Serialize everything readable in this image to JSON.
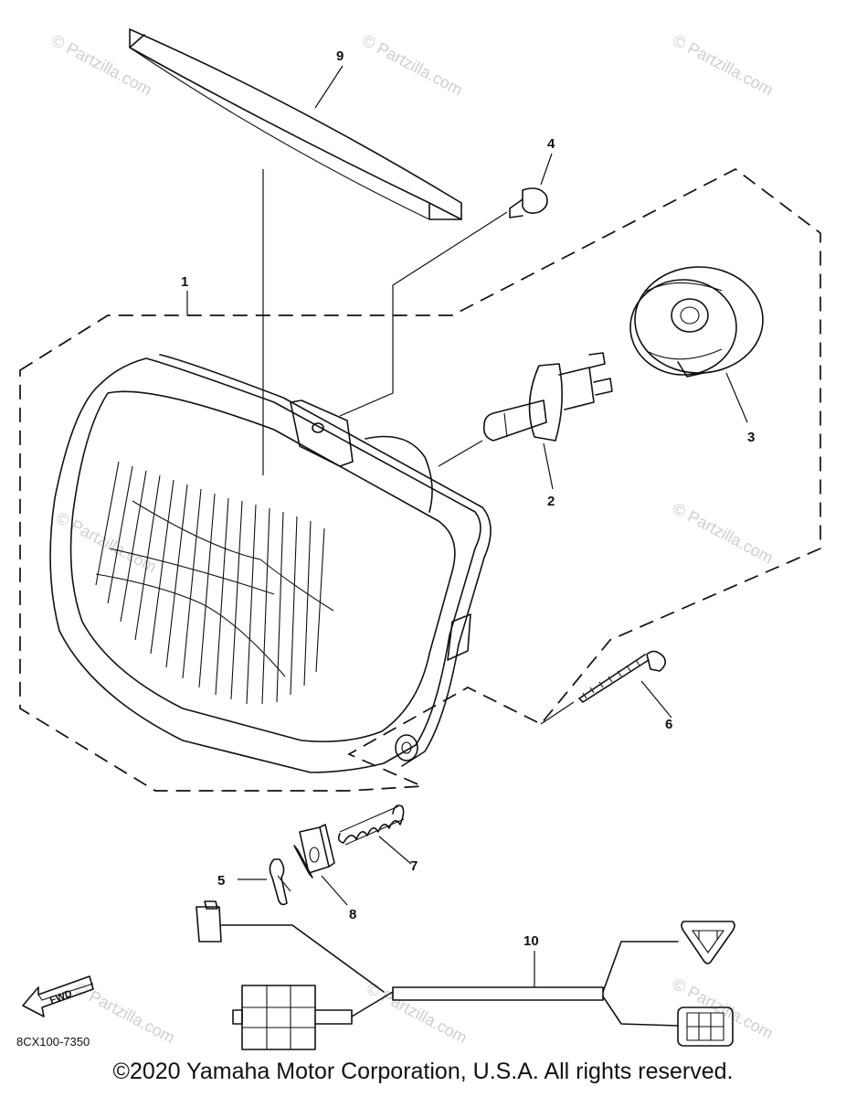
{
  "watermark": "© Partzilla.com",
  "callouts": [
    "1",
    "2",
    "3",
    "4",
    "5",
    "6",
    "7",
    "8",
    "9",
    "10"
  ],
  "diagram_code": "8CX100-7350",
  "fwd_label": "FWD",
  "copyright": "©2020 Yamaha Motor Corporation, U.S.A. All rights reserved."
}
